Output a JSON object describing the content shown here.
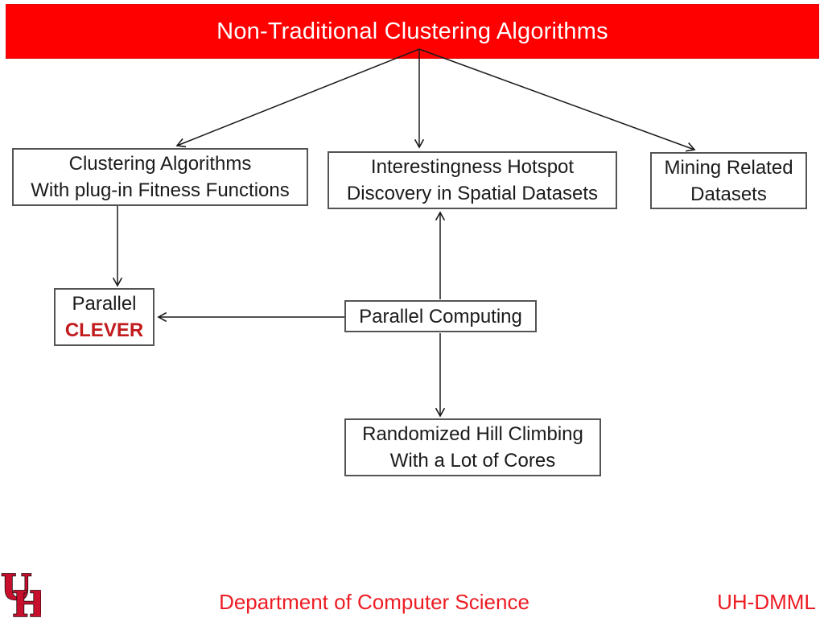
{
  "title": {
    "text": "Non-Traditional Clustering Algorithms"
  },
  "nodes": {
    "clustering": {
      "line1": "Clustering Algorithms",
      "line2": "With plug-in Fitness Functions"
    },
    "hotspot": {
      "line1": "Interestingness Hotspot",
      "line2": "Discovery in Spatial Datasets"
    },
    "mining": {
      "line1": "Mining Related",
      "line2": "Datasets"
    },
    "clever": {
      "line1": "Parallel",
      "line2": "CLEVER"
    },
    "parallel_computing": {
      "label": "Parallel Computing"
    },
    "hill_climbing": {
      "line1": "Randomized Hill Climbing",
      "line2": "With a Lot of Cores"
    }
  },
  "footer": {
    "department": "Department of Computer Science",
    "lab": "UH-DMML",
    "logo_u": "U",
    "logo_h": "H"
  },
  "icons": {
    "uh_logo": "uh-interlocking-logo"
  },
  "colors": {
    "banner_bg": "#FF0000",
    "banner_text": "#FFFFFF",
    "clever_text": "#C21B1E",
    "footer_text": "#ED1C24",
    "logo_fill": "#C8102E",
    "box_border": "#545454",
    "arrow": "#1A1A1A"
  }
}
